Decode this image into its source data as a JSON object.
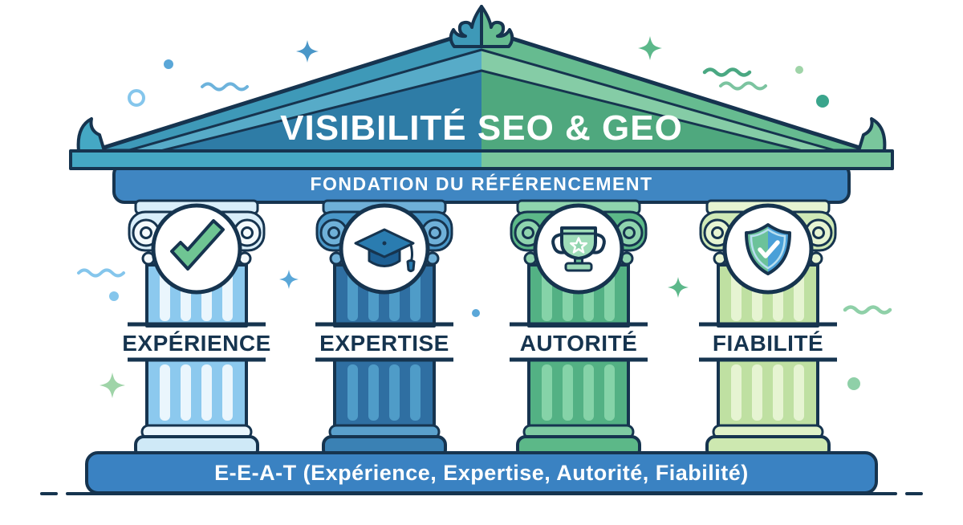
{
  "header": {
    "title": "VISIBILITÉ SEO & GEO",
    "subtitle": "FONDATION DU RÉFÉRENCEMENT"
  },
  "pillars": [
    {
      "label": "EXPÉRIENCE",
      "icon": "check-icon"
    },
    {
      "label": "EXPERTISE",
      "icon": "graduation-cap-icon"
    },
    {
      "label": "AUTORITÉ",
      "icon": "trophy-icon"
    },
    {
      "label": "FIABILITÉ",
      "icon": "shield-check-icon"
    }
  ],
  "footer": {
    "caption": "E-E-A-T (Expérience, Expertise, Autorité, Fiabilité)"
  },
  "colors": {
    "ink": "#16344f",
    "band-blue": "#3f86c2",
    "base-blue": "#3a82c2",
    "ped-l-outer": "#3e99b8",
    "ped-l-mid": "#57abc8",
    "ped-l-tym": "#2e7ca6",
    "ped-r-outer": "#66bb90",
    "ped-r-mid": "#85cca6",
    "ped-r-tym": "#4fa87e",
    "cornice-l": "#45a8c4",
    "cornice-r": "#79c69c",
    "p1-bg": "#8cc9ee",
    "p1-stripe": "#eaf6fd",
    "p1-cap": "#d9eefa",
    "p1-scroll": "#f4fafd",
    "p1-abacus": "#d9eefa",
    "p1-ring": "#eaf6fd",
    "p1-plinth": "#cfe9f7",
    "p2-bg": "#2f6fa2",
    "p2-stripe": "#4f9cc8",
    "p2-cap": "#4a97c8",
    "p2-scroll": "#6fb0d8",
    "p2-abacus": "#6fb0d8",
    "p2-ring": "#5aa0cc",
    "p2-plinth": "#3a81b4",
    "p3-bg": "#53b184",
    "p3-stripe": "#85d3a8",
    "p3-cap": "#5cb888",
    "p3-scroll": "#8fd4ae",
    "p3-abacus": "#8fd4ae",
    "p3-ring": "#7ecba2",
    "p3-plinth": "#5cb888",
    "p4-bg": "#bfe0a2",
    "p4-stripe": "#e6f4d2",
    "p4-cap": "#cfe9b6",
    "p4-scroll": "#e6f4d2",
    "p4-abacus": "#e6f4d2",
    "p4-ring": "#e0f2c8",
    "p4-plinth": "#cde8b0",
    "check-green": "#6fc593",
    "cap-blue": "#2a7cb0",
    "cap-dark": "#1d5f93",
    "trophy-light": "#9edcb8",
    "trophy-mid": "#6cc094",
    "star-fill": "#8fd4ae",
    "shield-green": "#6cc29a",
    "shield-blue": "#4aa0d8",
    "shield-inner": "#b8dff0",
    "deco-blue": "#4a97c8",
    "deco-midblue": "#5aa7d8",
    "deco-lightblue": "#85c6ec",
    "deco-wave-blue": "#6db3dc",
    "deco-green": "#5cb88a",
    "deco-darkgreen": "#4aa882",
    "deco-softgreen": "#7cc4a0",
    "deco-lightgreen": "#9fd4a8",
    "deco-palegreen": "#8fd0a8",
    "deco-teal": "#3aa58c"
  }
}
